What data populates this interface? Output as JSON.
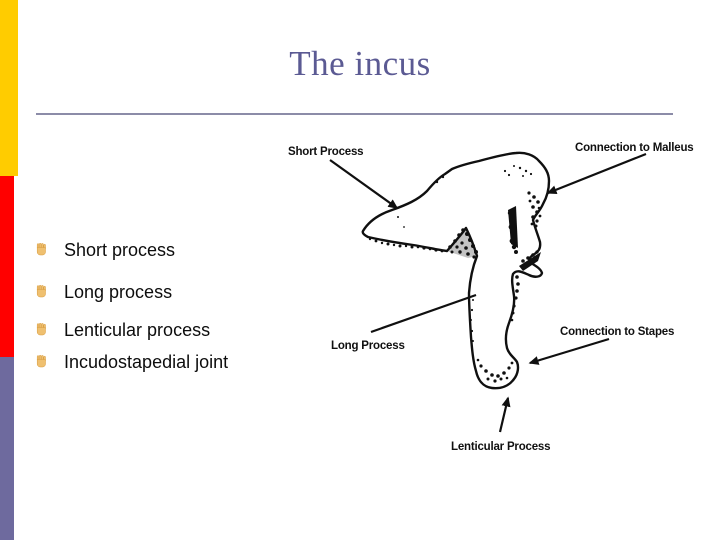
{
  "slide": {
    "title": "The incus",
    "colors": {
      "title_text": "#5B5A93",
      "rule": "#8C8CA8",
      "bar_yellow": "#FFCC00",
      "bar_red": "#FF0000",
      "bar_slate": "#6E6A9E",
      "bullet_hand": "#EFC070",
      "diagram_ink": "#101010"
    }
  },
  "bullets": {
    "marker_icon": "hand-bullet-icon",
    "items": [
      "Short process",
      "Long process",
      "Lenticular process",
      "Incudostapedial joint"
    ]
  },
  "diagram": {
    "description": "Black-and-white line drawing of the incus bone with labeled arrows",
    "labels": {
      "short_process": "Short Process",
      "connection_to_malleus": "Connection to Malleus",
      "long_process": "Long Process",
      "connection_to_stapes": "Connection to Stapes",
      "lenticular_process": "Lenticular Process"
    }
  }
}
